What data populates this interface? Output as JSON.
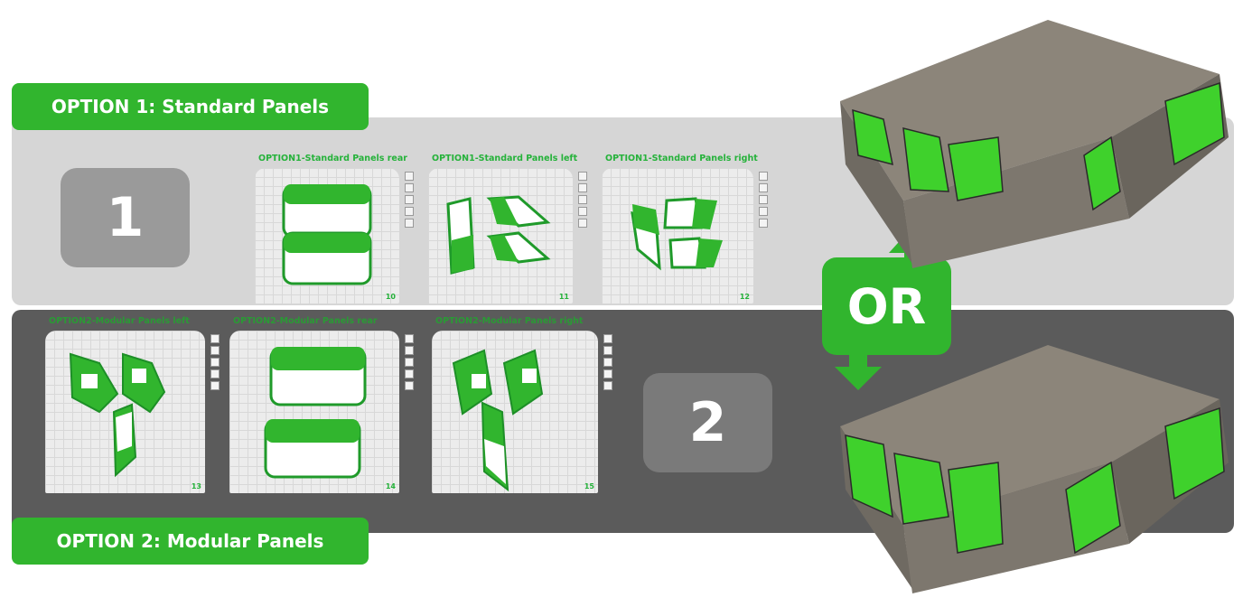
{
  "option1": {
    "label": "OPTION 1: Standard Panels",
    "number": "1",
    "plates": [
      {
        "title": "OPTION1-Standard Panels rear",
        "index": "10"
      },
      {
        "title": "OPTION1-Standard Panels left",
        "index": "11"
      },
      {
        "title": "OPTION1-Standard Panels right",
        "index": "12"
      }
    ]
  },
  "option2": {
    "label": "OPTION 2: Modular Panels",
    "number": "2",
    "plates": [
      {
        "title": "OPTION2-Modular Panels left",
        "index": "13"
      },
      {
        "title": "OPTION2-Modular Panels rear",
        "index": "14"
      },
      {
        "title": "OPTION2-Modular Panels right",
        "index": "15"
      }
    ]
  },
  "or_label": "OR",
  "colors": {
    "green": "#31b52e",
    "light_band": "#d6d6d6",
    "dark_band": "#5b5b5b"
  }
}
